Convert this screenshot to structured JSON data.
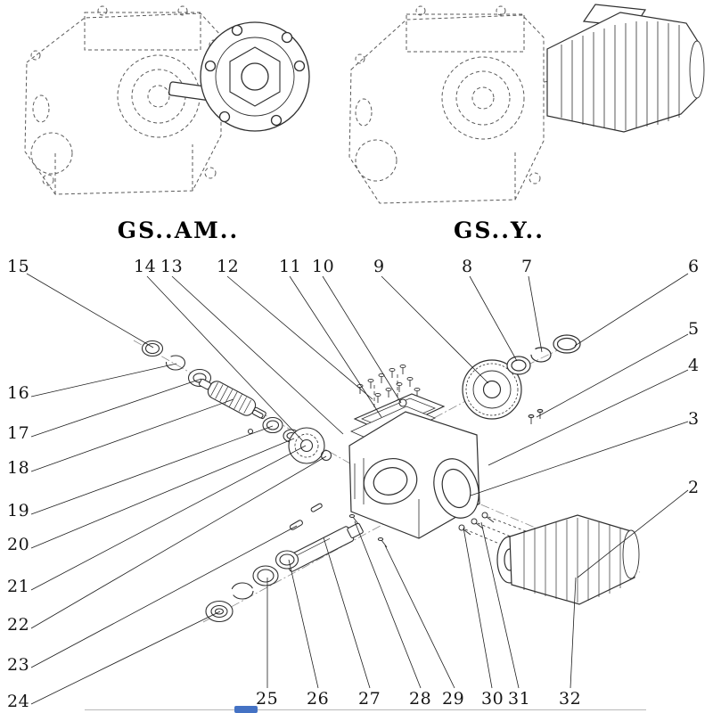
{
  "page": {
    "background": "#ffffff",
    "line_color": "#2f2f2f",
    "dashed_color": "#5a5a5a"
  },
  "variants": {
    "left": {
      "label": "GS..AM.."
    },
    "right": {
      "label": "GS..Y.."
    }
  },
  "callouts": [
    {
      "num": "15"
    },
    {
      "num": "14"
    },
    {
      "num": "13"
    },
    {
      "num": "12"
    },
    {
      "num": "11"
    },
    {
      "num": "10"
    },
    {
      "num": "9"
    },
    {
      "num": "8"
    },
    {
      "num": "7"
    },
    {
      "num": "6"
    },
    {
      "num": "5"
    },
    {
      "num": "4"
    },
    {
      "num": "3"
    },
    {
      "num": "2"
    },
    {
      "num": "16"
    },
    {
      "num": "17"
    },
    {
      "num": "18"
    },
    {
      "num": "19"
    },
    {
      "num": "20"
    },
    {
      "num": "21"
    },
    {
      "num": "22"
    },
    {
      "num": "23"
    },
    {
      "num": "24"
    },
    {
      "num": "25"
    },
    {
      "num": "26"
    },
    {
      "num": "27"
    },
    {
      "num": "28"
    },
    {
      "num": "29"
    },
    {
      "num": "30"
    },
    {
      "num": "31"
    },
    {
      "num": "32"
    }
  ],
  "footer": {
    "partial_element_color": "#4472c4"
  }
}
